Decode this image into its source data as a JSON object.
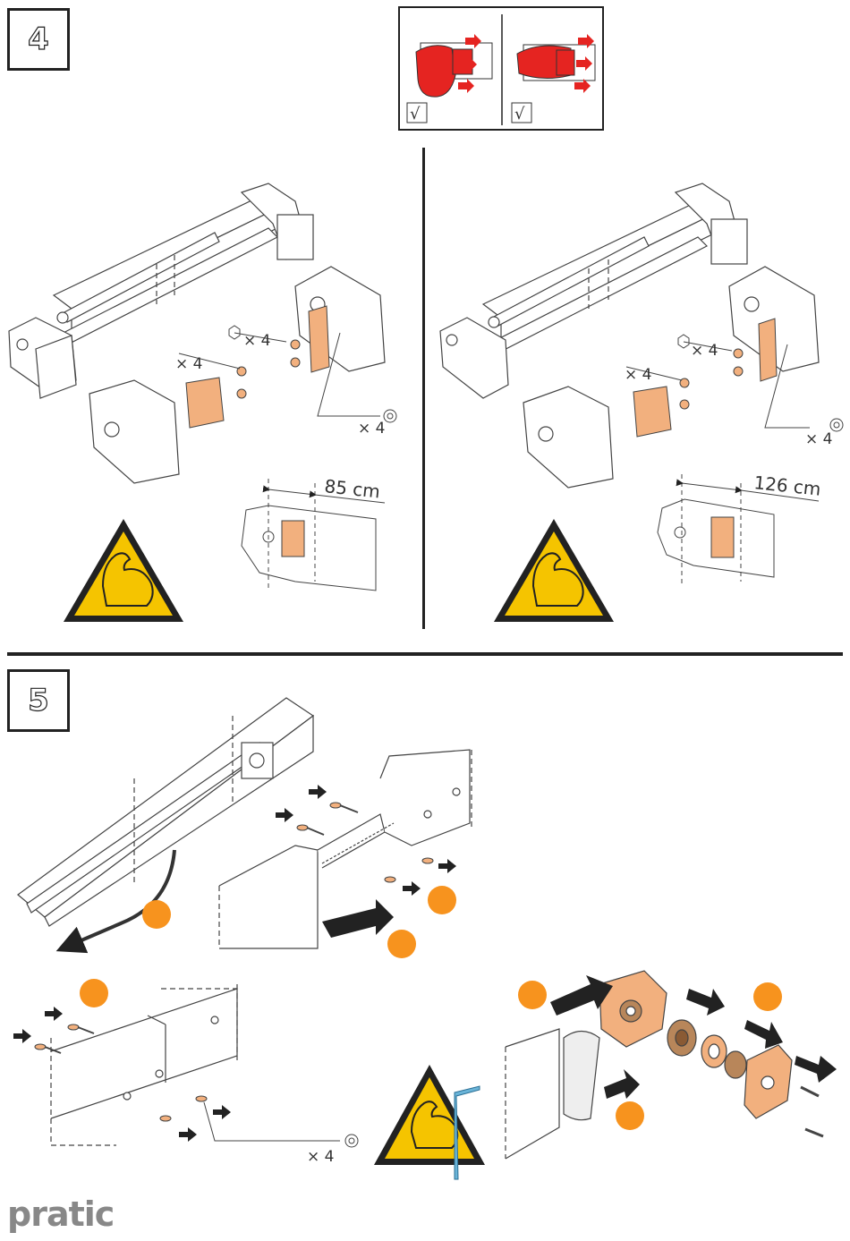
{
  "steps": {
    "step4": "4",
    "step5": "5"
  },
  "labels": {
    "hex_count": "× 4",
    "nut_count": "× 4",
    "washer_count": "× 4",
    "hex_count_right": "× 4",
    "nut_count_right": "× 4",
    "washer_count_right": "× 4",
    "dim_left": "85 cm",
    "dim_right": "126 cm",
    "screw_count": "× 4"
  },
  "check_mark": "√",
  "brand": "pratic",
  "colors": {
    "part_orange": "#f2b07e",
    "marker_orange": "#f7931e",
    "motor_red": "#e52421",
    "warning_yellow": "#f5c400",
    "line_dark": "#222222",
    "logo_gray": "#8a8a8a"
  },
  "icons": [
    "warning-strength-icon",
    "check-icon",
    "hex-nut-icon",
    "washer-icon",
    "arrow-icon",
    "allen-key-icon"
  ]
}
